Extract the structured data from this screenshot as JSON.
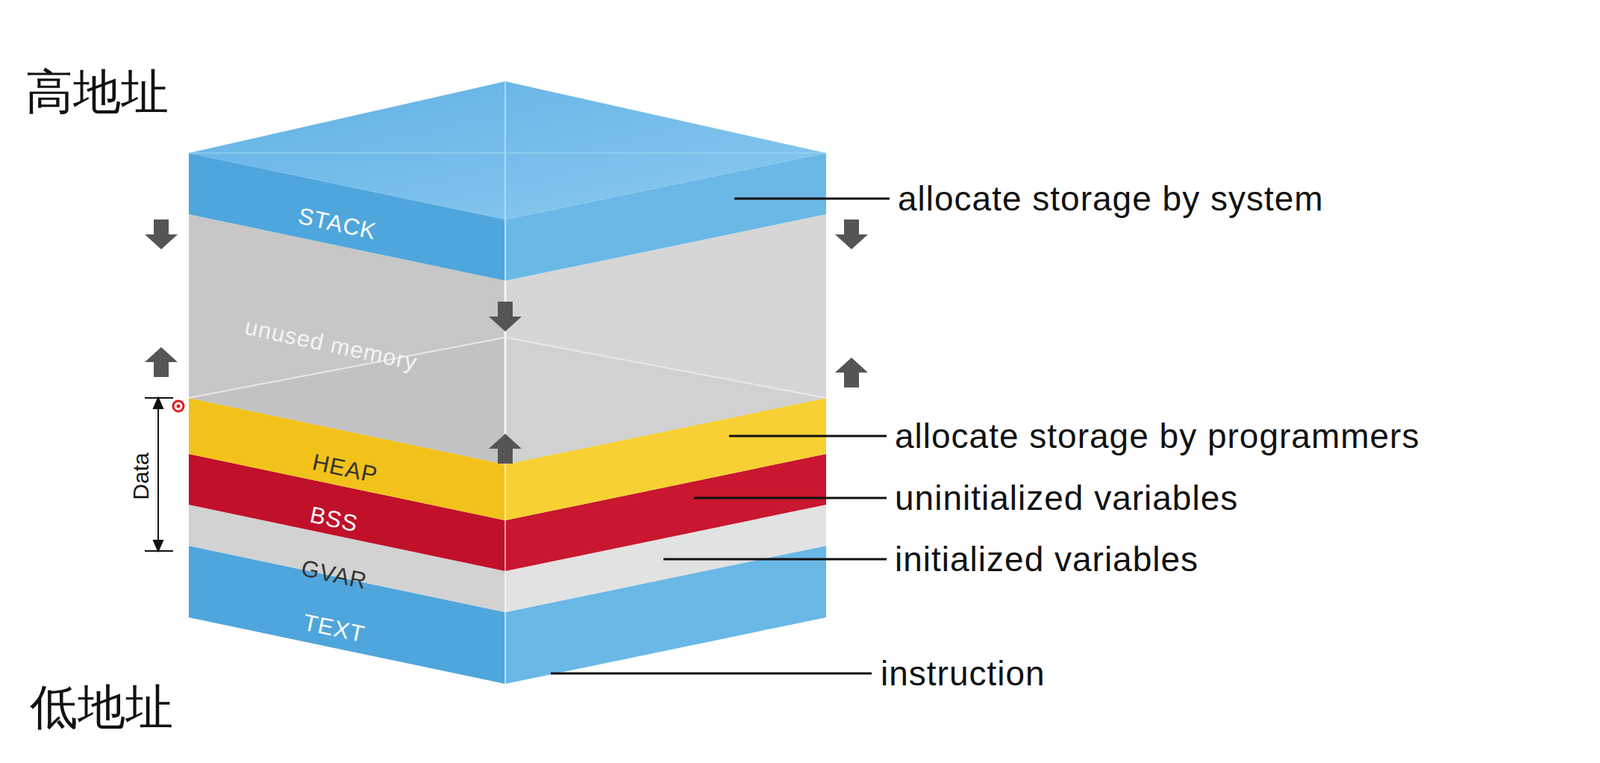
{
  "diagram": {
    "nodes": [
      {
        "text": [
          "STACK"
        ]
      },
      {
        "text": [
          "unused memory"
        ]
      },
      {
        "text": [
          "HEAP"
        ]
      },
      {
        "text": [
          "BSS"
        ]
      },
      {
        "text": [
          "GVAR"
        ]
      },
      {
        "text": [
          "TEXT"
        ]
      }
    ],
    "labels": [
      "高地址",
      "低地址",
      "Data",
      "allocate storage by system",
      "allocate storage by programmers",
      "uninitialized variables",
      "initialized variables",
      "instruction"
    ]
  }
}
